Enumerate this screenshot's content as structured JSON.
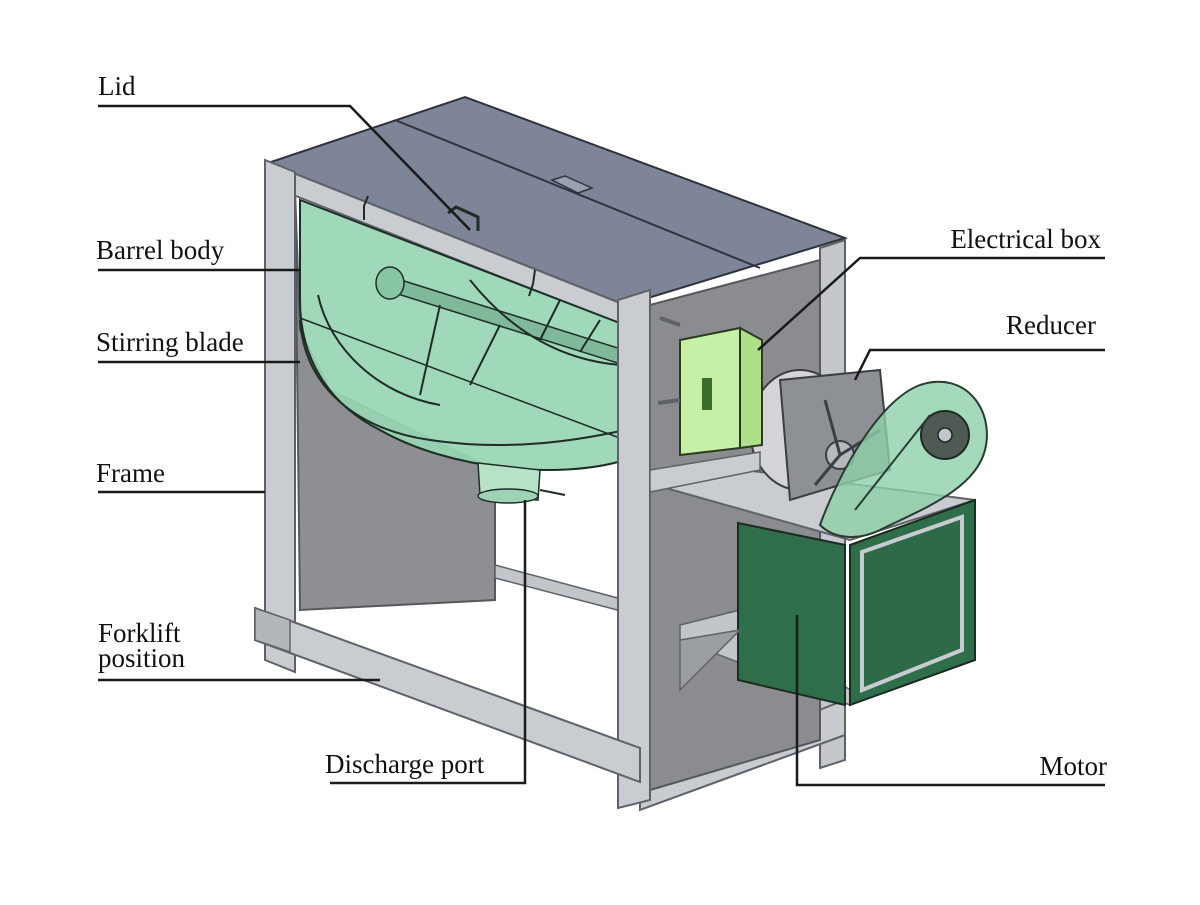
{
  "labels": {
    "lid": "Lid",
    "barrel_body": "Barrel body",
    "stirring_blade": "Stirring blade",
    "frame": "Frame",
    "forklift_line1": "Forklift",
    "forklift_line2": "position",
    "discharge_port": "Discharge port",
    "electrical_box": "Electrical box",
    "reducer": "Reducer",
    "motor": "Motor"
  },
  "colors": {
    "frame_steel": "#c9ccd0",
    "frame_edge": "#6b6f74",
    "lid": "#7d8496",
    "panel_gray": "#8c8e90",
    "barrel_green": "#97d6b3",
    "electrical_box": "#c6f0a6",
    "motor_green": "#2f6e4b",
    "leader_line": "#1a1a1a"
  }
}
